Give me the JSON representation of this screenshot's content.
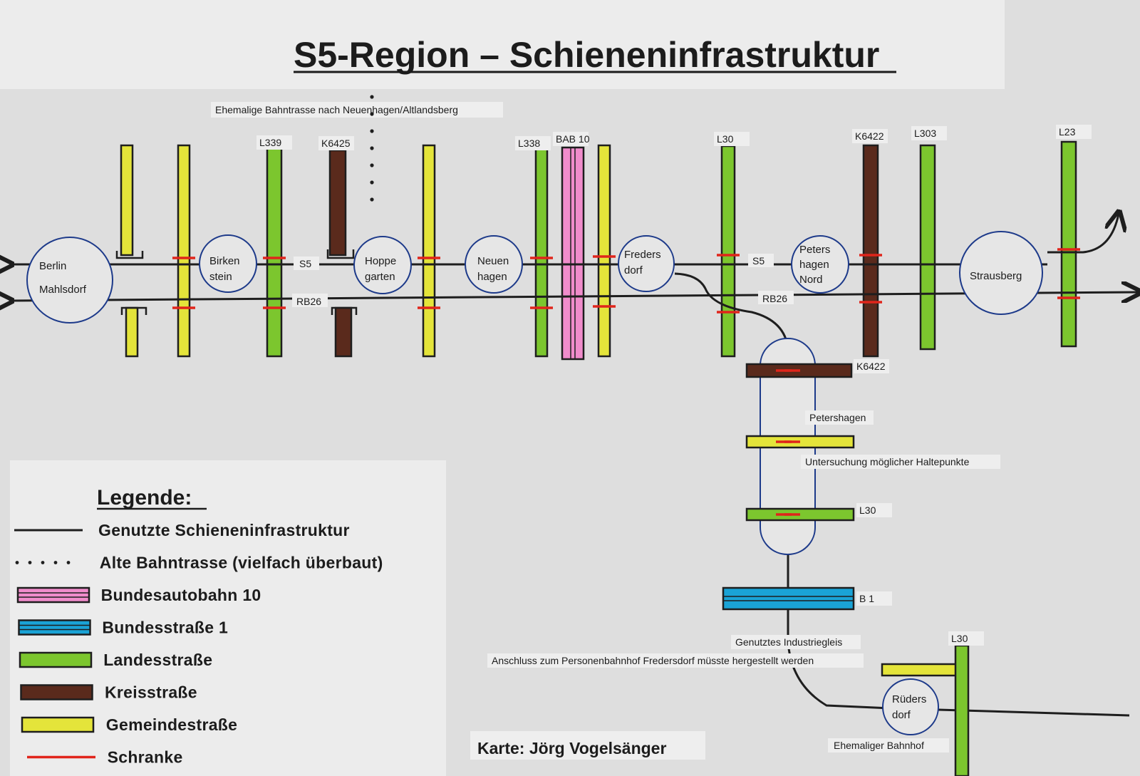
{
  "title": "S5-Region – Schieneninfrastruktur",
  "note_former_line": "Ehemalige Bahntrasse nach Neuenhagen/Altlandsberg",
  "lines": {
    "s5": "S5",
    "rb26": "RB26"
  },
  "stations": {
    "berlin_mahlsdorf": [
      "Berlin",
      "Mahlsdorf"
    ],
    "birkenstein": [
      "Birken",
      "stein"
    ],
    "hoppegarten": [
      "Hoppe",
      "garten"
    ],
    "neuenhagen": [
      "Neuen",
      "hagen"
    ],
    "fredersdorf": [
      "Freders",
      "dorf"
    ],
    "petershagen_nord": [
      "Peters",
      "hagen",
      "Nord"
    ],
    "strausberg": [
      "Strausberg"
    ],
    "ruedersdorf": [
      "Rüders",
      "dorf"
    ]
  },
  "road_labels": {
    "l339": "L339",
    "k6425": "K6425",
    "l338": "L338",
    "bab10": "BAB 10",
    "l30": "L30",
    "k6422": "K6422",
    "l303": "L303",
    "l23": "L23",
    "branch_k6422": "K6422",
    "branch_l30": "L30",
    "b1": "B 1",
    "bottom_l30": "L30"
  },
  "notes": {
    "petershagen": "Petershagen",
    "stops_study": "Untersuchung möglicher Haltepunkte",
    "industrial": "Genutztes Industriegleis",
    "connection": "Anschluss zum Personenbahnhof Fredersdorf müsste hergestellt werden",
    "former_station": "Ehemaliger Bahnhof"
  },
  "legend": {
    "heading": "Legende:",
    "items": [
      {
        "label": "Genutzte Schieneninfrastruktur",
        "kind": "rail"
      },
      {
        "label": "Alte Bahntrasse (vielfach überbaut)",
        "kind": "dotted"
      },
      {
        "label": "Bundesautobahn 10",
        "kind": "road",
        "color": "#f08ccb"
      },
      {
        "label": "Bundesstraße 1",
        "kind": "road",
        "color": "#1aa3d6"
      },
      {
        "label": "Landesstraße",
        "kind": "road",
        "color": "#7cc62e"
      },
      {
        "label": "Kreisstraße",
        "kind": "road",
        "color": "#5a2a1c"
      },
      {
        "label": "Gemeindestraße",
        "kind": "road",
        "color": "#e4e43a"
      },
      {
        "label": "Schranke",
        "kind": "barrier",
        "color": "#e0251b"
      }
    ]
  },
  "credit": "Karte: Jörg Vogelsänger",
  "colors": {
    "autobahn": "#f08ccb",
    "bundesstrasse": "#1aa3d6",
    "landesstrasse": "#7cc62e",
    "kreisstrasse": "#5a2a1c",
    "gemeindestrasse": "#e4e43a",
    "schranke": "#e0251b",
    "station_outline": "#1d3a8a"
  }
}
